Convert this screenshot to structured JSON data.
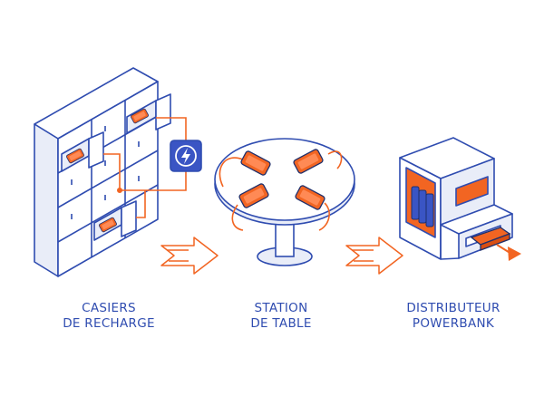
{
  "panels": [
    {
      "line1": "CASIERS",
      "line2": "DE RECHARGE",
      "illustration": "charging-lockers"
    },
    {
      "line1": "STATION",
      "line2": "DE TABLE",
      "illustration": "table-charging-station"
    },
    {
      "line1": "DISTRIBUTEUR",
      "line2": "POWERBANK",
      "illustration": "powerbank-dispenser"
    }
  ],
  "icons": [
    "lightning-icon",
    "flow-arrow-icon"
  ],
  "colors": {
    "outline": "#2f4cb0",
    "accent": "#f26522",
    "fill": "#ffffff",
    "shade": "#e9edf8",
    "cell": "#3a55c4"
  }
}
